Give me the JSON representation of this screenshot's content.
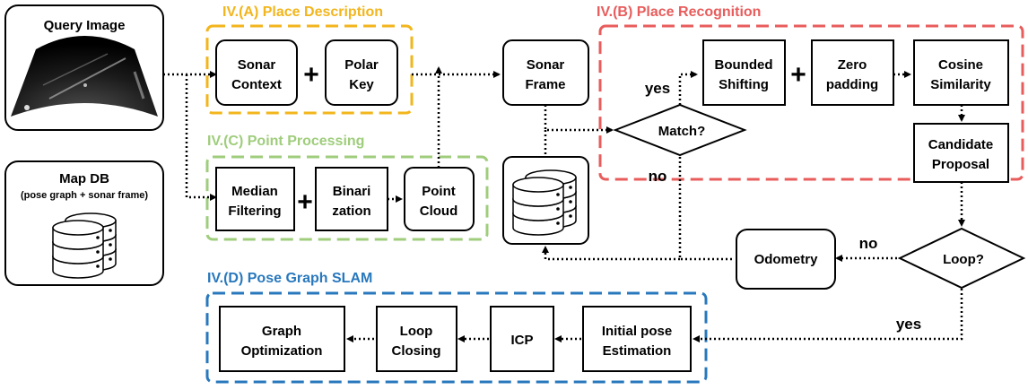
{
  "colors": {
    "place_description": "#f2b51c",
    "place_recognition": "#e85c5c",
    "point_processing": "#9fcd7c",
    "pose_graph_slam": "#2878bd"
  },
  "groups": {
    "place_description": "IV.(A) Place Description",
    "place_recognition": "IV.(B) Place Recognition",
    "point_processing": "IV.(C) Point Processing",
    "pose_graph_slam": "IV.(D) Pose Graph SLAM"
  },
  "inputs": {
    "query_image": "Query  Image",
    "map_db_title": "Map DB",
    "map_db_subtitle": "(pose graph + sonar frame)"
  },
  "nodes": {
    "sonar_context": [
      "Sonar",
      "Context"
    ],
    "polar_key": [
      "Polar",
      "Key"
    ],
    "median_filtering": [
      "Median",
      "Filtering"
    ],
    "binarization": [
      "Binari",
      "zation"
    ],
    "point_cloud": [
      "Point",
      "Cloud"
    ],
    "sonar_frame": [
      "Sonar",
      "Frame"
    ],
    "bounded_shifting": [
      "Bounded",
      "Shifting"
    ],
    "zero_padding": [
      "Zero",
      "padding"
    ],
    "cosine_similarity": [
      "Cosine",
      "Similarity"
    ],
    "candidate_proposal": [
      "Candidate",
      "Proposal"
    ],
    "match": "Match?",
    "loop": "Loop?",
    "odometry": "Odometry",
    "graph_optimization": [
      "Graph",
      "Optimization"
    ],
    "loop_closing": [
      "Loop",
      "Closing"
    ],
    "icp": "ICP",
    "initial_pose": [
      "Initial pose",
      "Estimation"
    ]
  },
  "operators": {
    "plus": "+"
  },
  "edge_labels": {
    "yes": "yes",
    "no": "no"
  }
}
